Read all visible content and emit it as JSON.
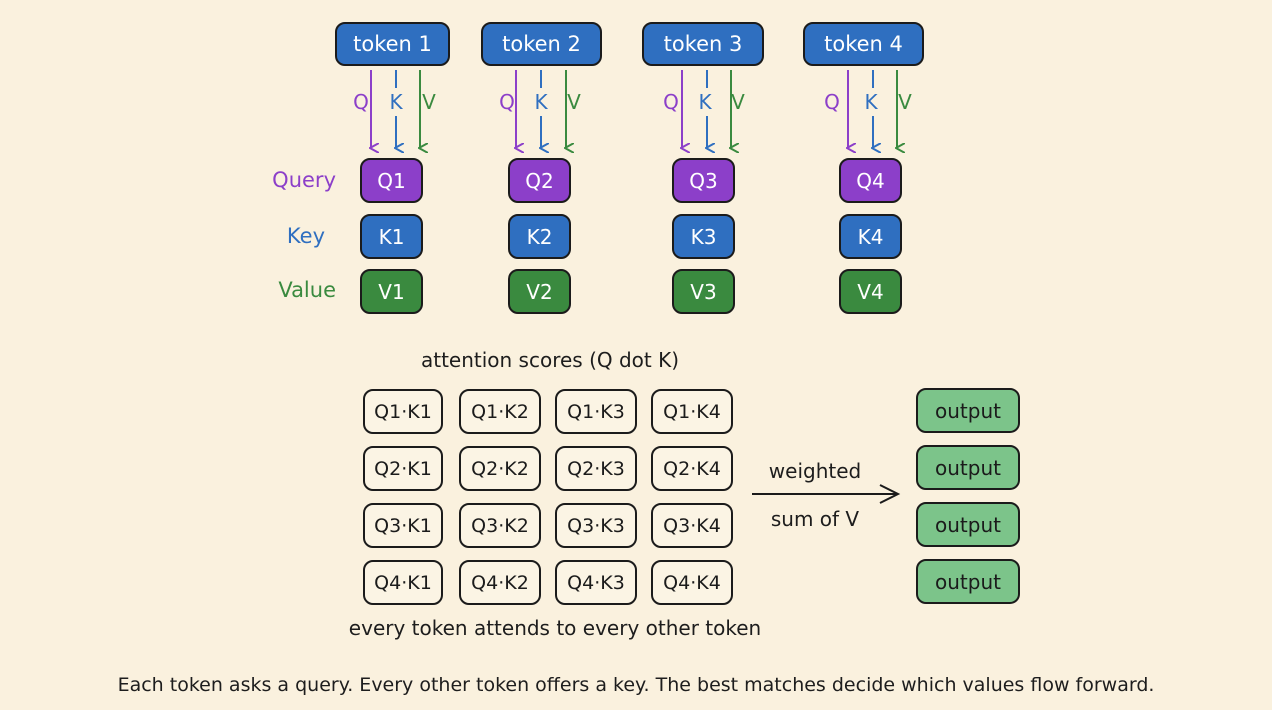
{
  "tokens": [
    "token 1",
    "token 2",
    "token 3",
    "token 4"
  ],
  "arrow_labels": {
    "q": "Q",
    "k": "K",
    "v": "V"
  },
  "row_labels": {
    "query": "Query",
    "key": "Key",
    "value": "Value"
  },
  "queries": [
    "Q1",
    "Q2",
    "Q3",
    "Q4"
  ],
  "keys": [
    "K1",
    "K2",
    "K3",
    "K4"
  ],
  "values": [
    "V1",
    "V2",
    "V3",
    "V4"
  ],
  "scores_title": "attention scores (Q dot K)",
  "scores": [
    [
      "Q1·K1",
      "Q1·K2",
      "Q1·K3",
      "Q1·K4"
    ],
    [
      "Q2·K1",
      "Q2·K2",
      "Q2·K3",
      "Q2·K4"
    ],
    [
      "Q3·K1",
      "Q3·K2",
      "Q3·K3",
      "Q3·K4"
    ],
    [
      "Q4·K1",
      "Q4·K2",
      "Q4·K3",
      "Q4·K4"
    ]
  ],
  "arrow_caption": {
    "top": "weighted",
    "bottom": "sum of V"
  },
  "outputs": [
    "output",
    "output",
    "output",
    "output"
  ],
  "scores_caption": "every token attends to every other token",
  "footer": "Each token asks a query. Every other token offers a key. The best matches decide which values flow forward.",
  "colors": {
    "background": "#faf1de",
    "token": "#2f6fc0",
    "query": "#8c3fc9",
    "key": "#2f6fc0",
    "value": "#3a8a3f",
    "output": "#7cc48a"
  }
}
